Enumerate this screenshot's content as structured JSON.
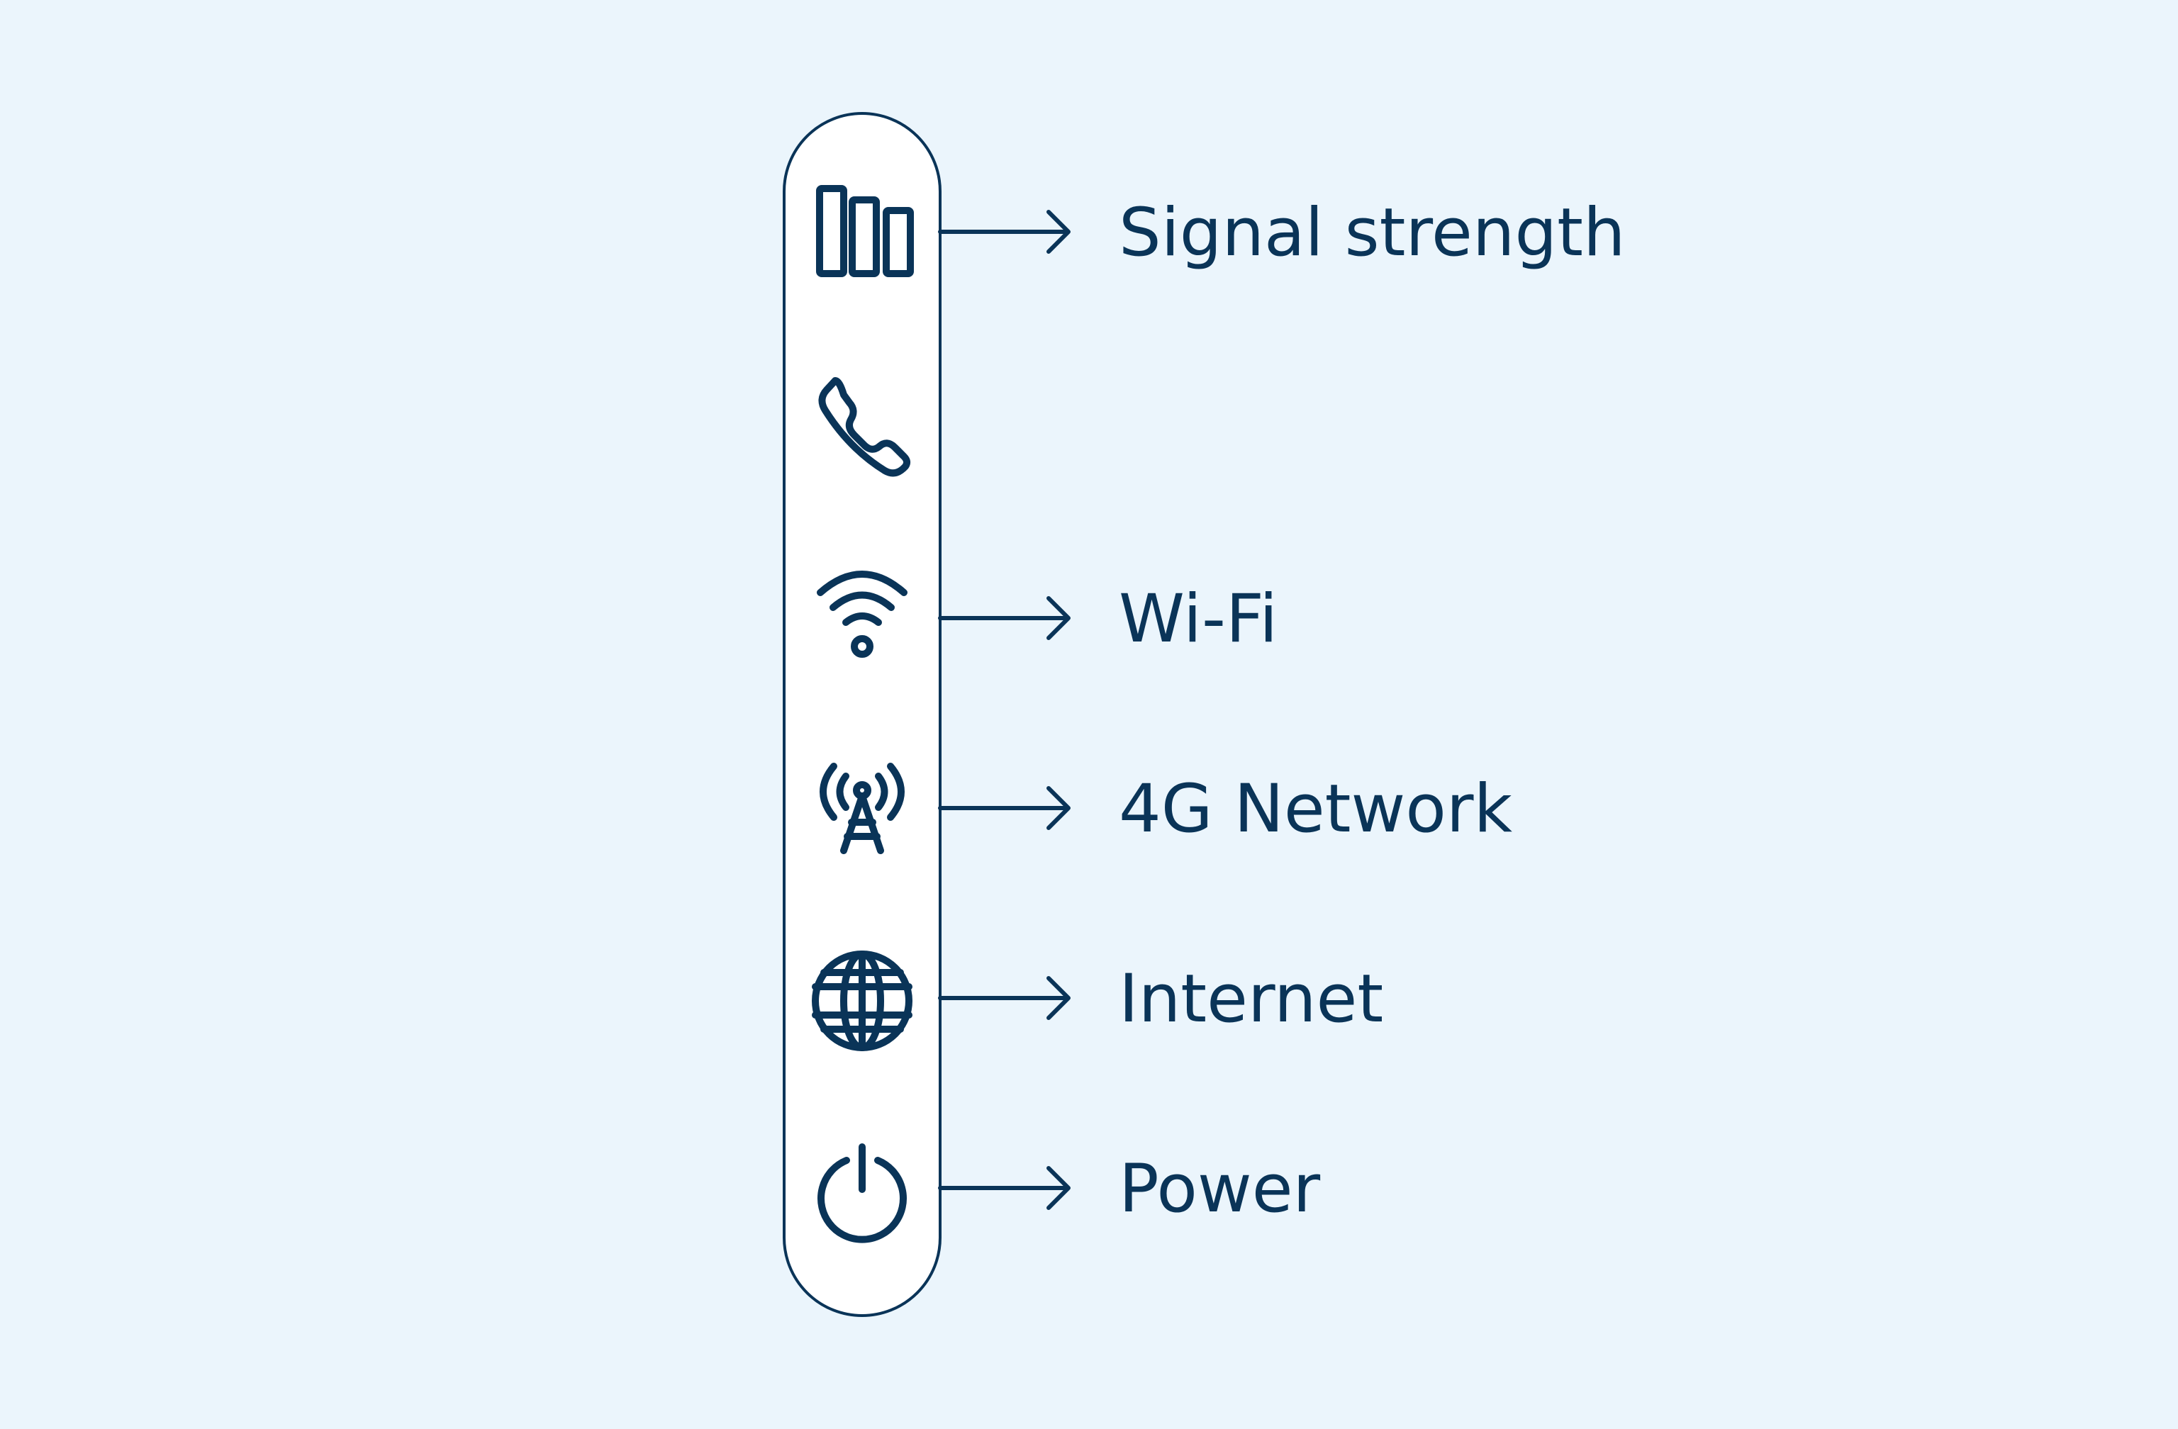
{
  "colors": {
    "background": "#EBF5FC",
    "ink": "#0A3458",
    "panel": "#FFFFFF"
  },
  "indicators": [
    {
      "icon": "signal-strength-bars-icon",
      "label": "Signal strength"
    },
    {
      "icon": "phone-handset-icon",
      "label": ""
    },
    {
      "icon": "wifi-icon",
      "label": "Wi-Fi"
    },
    {
      "icon": "cell-tower-icon",
      "label": "4G Network"
    },
    {
      "icon": "globe-icon",
      "label": "Internet"
    },
    {
      "icon": "power-icon",
      "label": "Power"
    }
  ]
}
